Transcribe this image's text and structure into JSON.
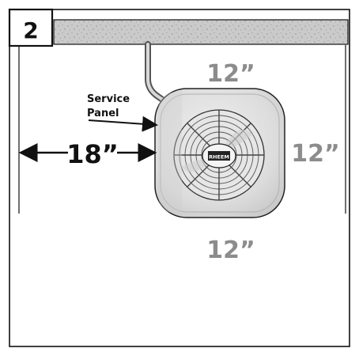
{
  "step": {
    "number": "2"
  },
  "labels": {
    "service_line1": "Service",
    "service_line2": "Panel"
  },
  "clearances": {
    "top": "12”",
    "right": "12”",
    "bottom": "12”",
    "left": "18”"
  },
  "unit": {
    "brand_label": "RHEEM"
  },
  "colors": {
    "border": "#111111",
    "ceiling": "#c7c7c7",
    "unit_body": "#dadada",
    "clearance_text": "#8c8c8c",
    "text": "#111111"
  }
}
